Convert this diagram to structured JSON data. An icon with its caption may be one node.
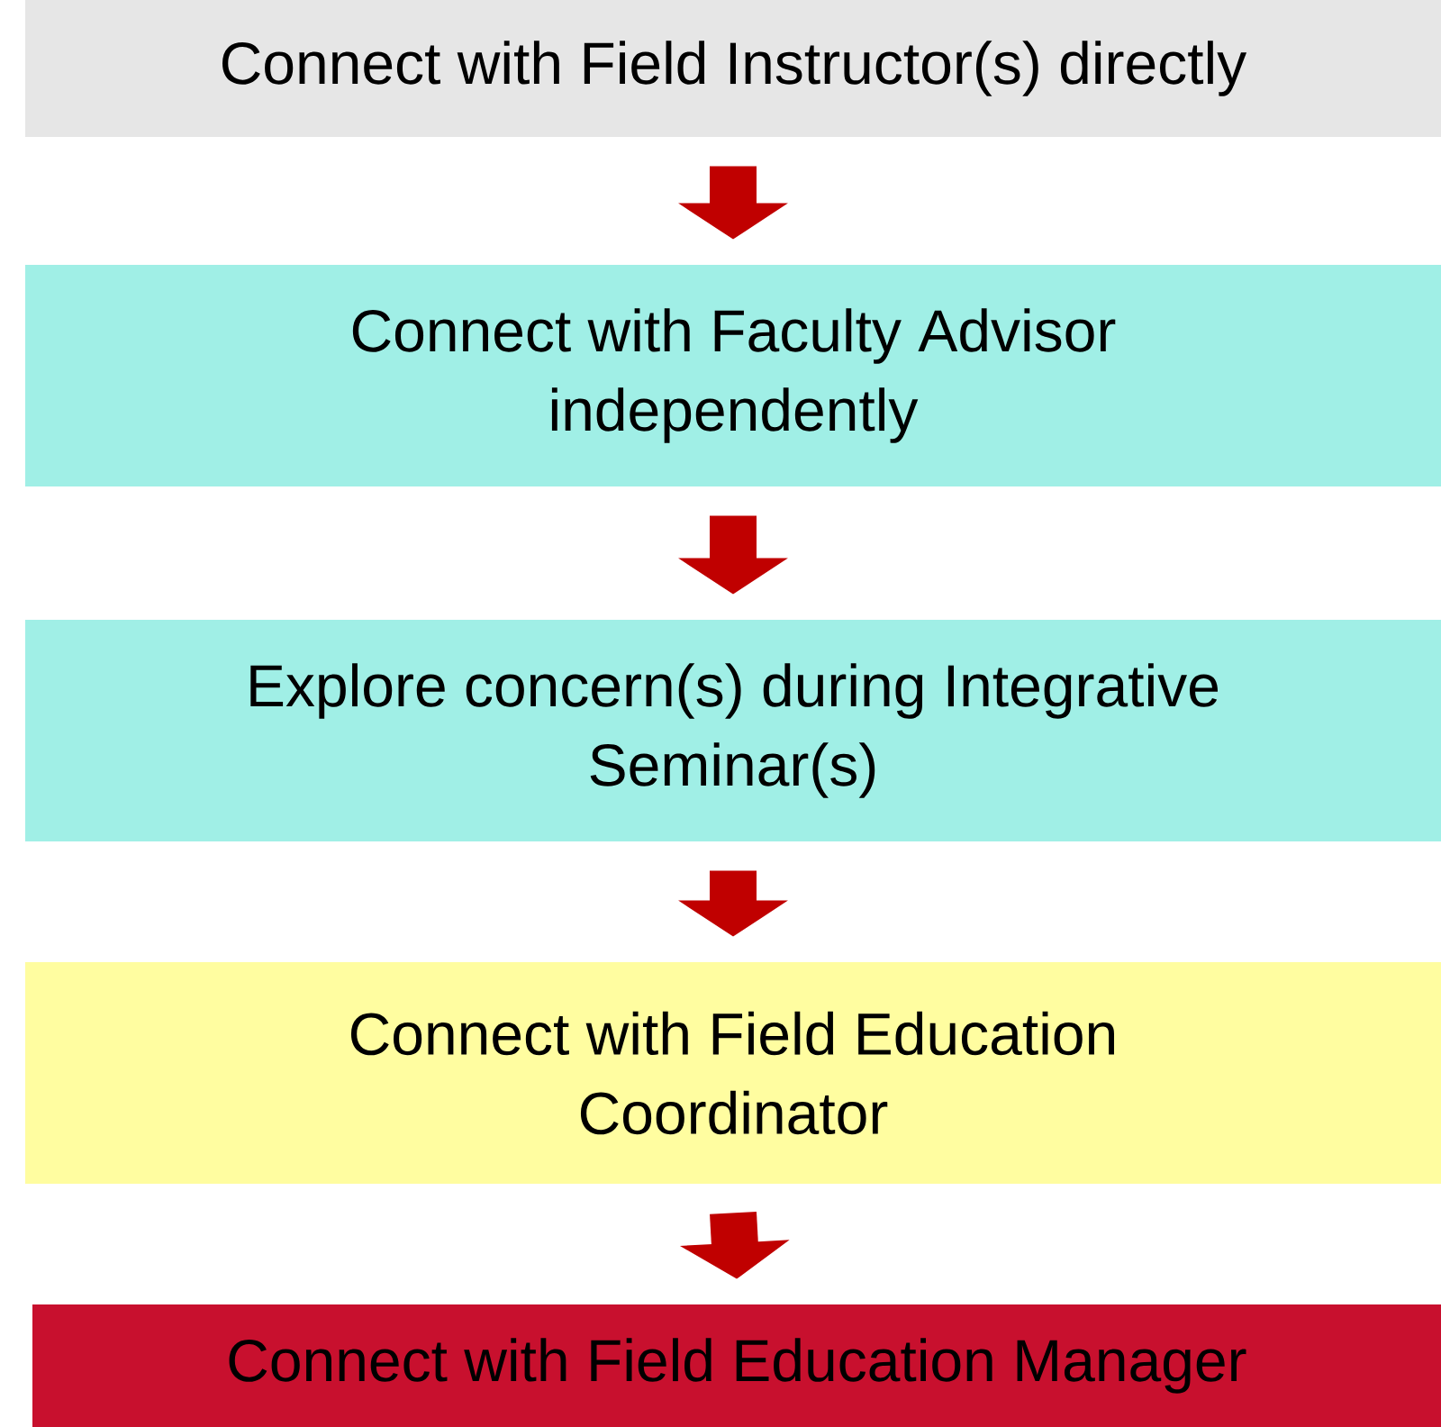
{
  "diagram": {
    "nodes": [
      {
        "text": [
          "Connect with Field Instructor(s) directly"
        ]
      },
      {
        "text": [
          "Connect with Faculty Advisor independently"
        ]
      },
      {
        "text": [
          "Explore concern(s) during Integrative Seminar(s)"
        ]
      },
      {
        "text": [
          "Connect with Field Education Coordinator"
        ]
      },
      {
        "text": [
          "Connect with Field Education Manager"
        ]
      }
    ],
    "edges": [
      {
        "from": 0,
        "to": 1,
        "arrow": "to",
        "color": "#c00000"
      },
      {
        "from": 1,
        "to": 2,
        "arrow": "to",
        "color": "#c00000"
      },
      {
        "from": 2,
        "to": 3,
        "arrow": "to",
        "color": "#c00000"
      },
      {
        "from": 3,
        "to": 4,
        "arrow": "to",
        "color": "#c00000"
      }
    ]
  }
}
